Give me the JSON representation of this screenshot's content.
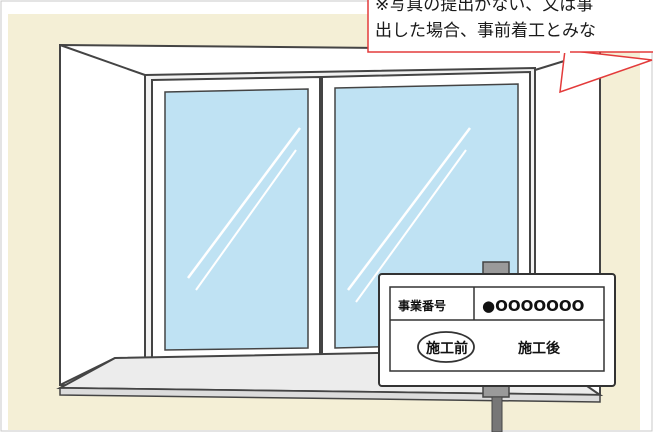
{
  "callout": {
    "line1": "※写真の提出がない、又は事",
    "line2": "出した場合、事前着工とみな"
  },
  "signboard": {
    "project_number_label": "事業番号",
    "project_number_value": "●OOOOOOO",
    "before_label": "施工前",
    "after_label": "施工後"
  },
  "colors": {
    "wall": "#f4efd6",
    "glass": "#bfe2f3",
    "frame": "#ffffff",
    "callout_border": "#e33b3b",
    "outline": "#444444"
  }
}
